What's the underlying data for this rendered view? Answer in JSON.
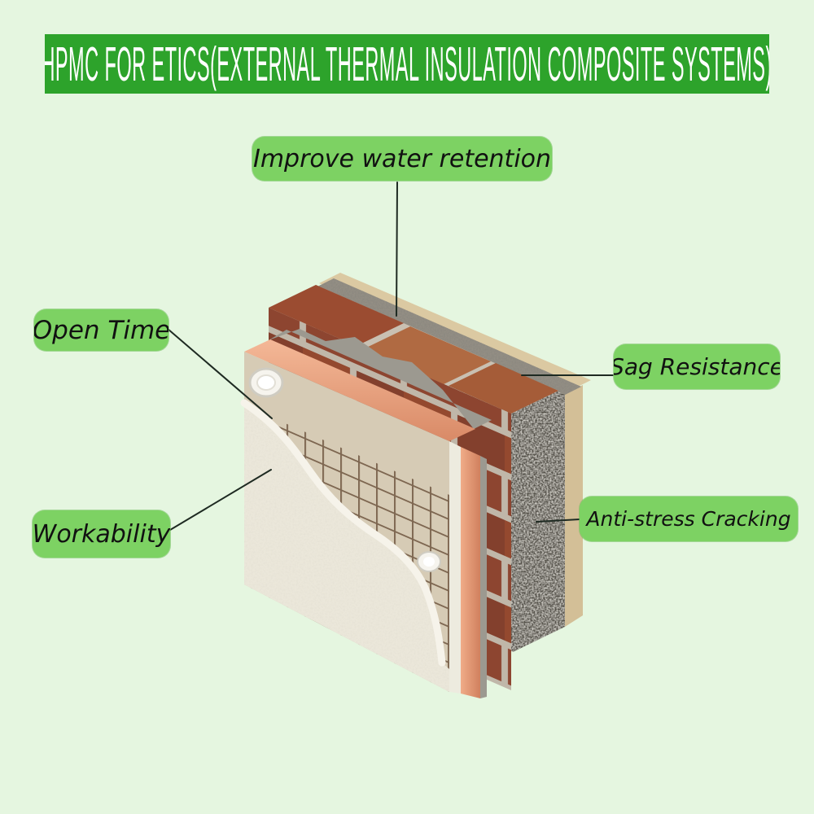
{
  "colors": {
    "background": "#e5f6e0",
    "banner_bg": "#2da32b",
    "banner_text": "#ffffff",
    "callout_bg": "#7dd263",
    "callout_text": "#111111",
    "leader_line": "#1e2a22",
    "brick": "#8d4530",
    "mortar": "#c0b7a9",
    "insulation_edge": "#e99d7a",
    "base_coat": "#d6cbb5",
    "mesh": "#6e5640",
    "finish_render": "#ebe7da",
    "mineral_wool_dark": "#57534b",
    "mineral_wool_light": "#938e84",
    "backing_board": "#dbc9a2"
  },
  "banner": {
    "title": "HPMC FOR ETICS(EXTERNAL THERMAL INSULATION COMPOSITE SYSTEMS)"
  },
  "callouts": [
    {
      "id": "improve-water-retention",
      "text": "Improve water retention"
    },
    {
      "id": "open-time",
      "text": "Open Time"
    },
    {
      "id": "sag-resistance",
      "text": "Sag Resistance"
    },
    {
      "id": "workability",
      "text": "Workability"
    },
    {
      "id": "anti-stress-cracking",
      "text": "Anti-stress Cracking"
    }
  ],
  "diagram": {
    "type": "etics-wall-cutaway-illustration",
    "elements": [
      "finish-render",
      "base-coat-with-reinforcing-mesh",
      "anchor-dowels",
      "insulation-board-edge",
      "adhesive-layer",
      "brick-wall",
      "mineral-wool-panel"
    ]
  }
}
